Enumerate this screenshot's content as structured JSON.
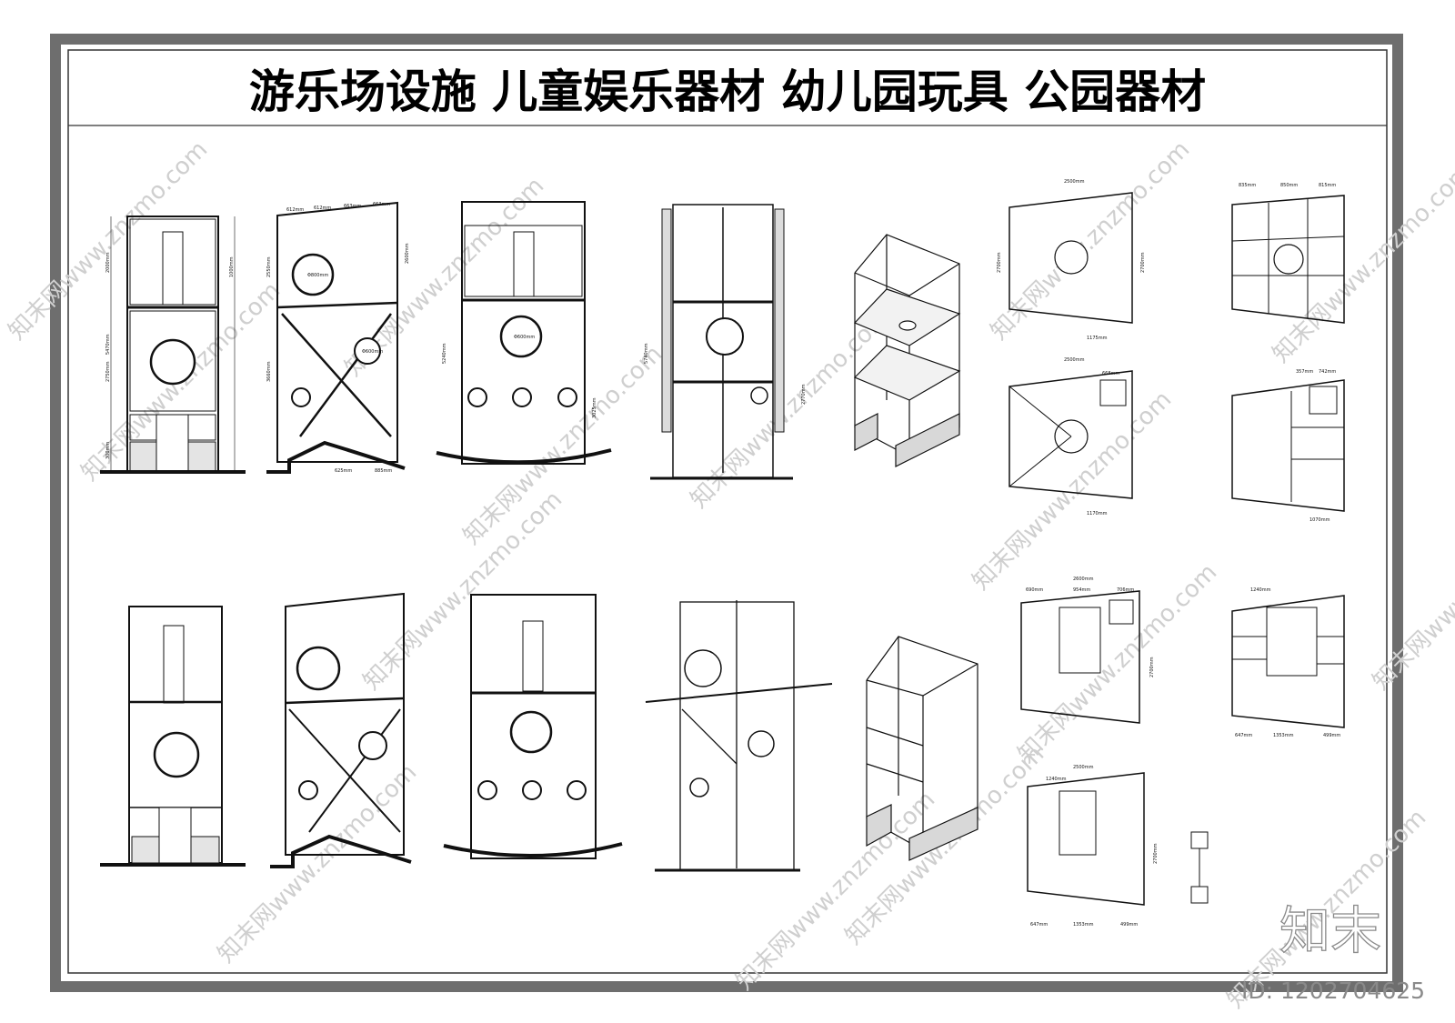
{
  "sheet": {
    "title": "游乐场设施  儿童娱乐器材  幼儿园玩具  公园器材"
  },
  "dimensions": {
    "a1": "2000mm",
    "a2": "5470mm",
    "a3": "1000mm",
    "a4": "2750mm",
    "a5": "300mm",
    "b1": "612mm",
    "b2": "612mm",
    "b3": "663mm",
    "b4": "663mm",
    "b5": "2550mm",
    "b6": "2600mm",
    "b7": "3660mm",
    "b8": "625mm",
    "b9": "885mm",
    "b10": "Φ800mm",
    "b11": "Φ600mm",
    "c1": "5240mm",
    "c2": "Φ600mm",
    "c3": "3025mm",
    "d1": "5740mm",
    "d2": "2770mm",
    "e1": "2500mm",
    "e2": "2700mm",
    "e3": "2700mm",
    "e4": "1175mm",
    "e5": "2500mm",
    "e6": "668mm",
    "e7": "1170mm",
    "f1": "835mm",
    "f2": "850mm",
    "f3": "815mm",
    "f4": "357mm",
    "f5": "742mm",
    "f6": "1070mm",
    "g1": "2600mm",
    "g2": "690mm",
    "g3": "954mm",
    "g4": "706mm",
    "g5": "2700mm",
    "h1": "1240mm",
    "h2": "647mm",
    "h3": "1353mm",
    "h4": "499mm",
    "i1": "2500mm",
    "i2": "1240mm",
    "i3": "647mm",
    "i4": "1353mm",
    "i5": "499mm",
    "i6": "2700mm"
  },
  "watermark": {
    "text": "知末网www.znzmo.com"
  },
  "branding": {
    "logo": "知末",
    "id": "ID: 1202704625"
  }
}
